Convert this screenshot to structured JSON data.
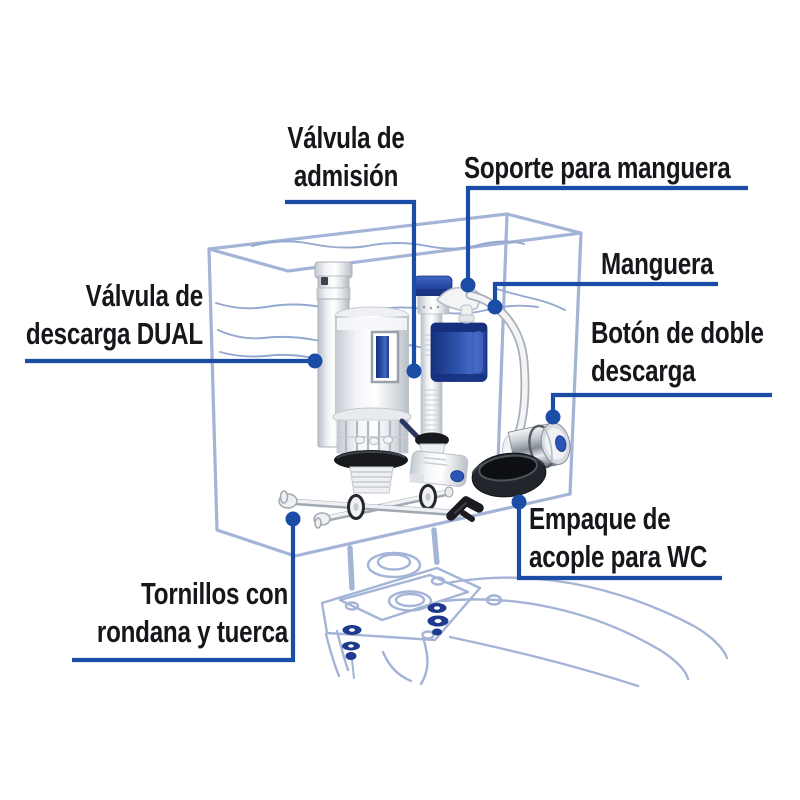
{
  "labels": {
    "valvula_admision": {
      "line1": "Válvula de",
      "line2": "admisión"
    },
    "soporte_manguera": {
      "line1": "Soporte para manguera"
    },
    "manguera": {
      "line1": "Manguera"
    },
    "boton_doble_descarga": {
      "line1": "Botón de doble",
      "line2": "descarga"
    },
    "valvula_descarga_dual": {
      "line1": "Válvula de",
      "line2": "descarga DUAL"
    },
    "empaque_acople": {
      "line1": "Empaque de",
      "line2": "acople para WC"
    },
    "tornillos": {
      "line1": "Tornillos con",
      "line2": "rondana y tuerca"
    }
  },
  "colors": {
    "background": "#ffffff",
    "label_text": "#15171b",
    "leader_line_blue": "#1b4da6",
    "anchor_dot_blue": "#1b4da6",
    "tank_outline": "#a4b4d7",
    "water_line": "#93a9cf",
    "bowl_sketch": "#a4b4d7",
    "washer_navy": "#1d3a8e",
    "part_accent_blue": "#2b50a8",
    "gasket_black": "#22252b",
    "chrome_gray": "#9aa2ac"
  }
}
